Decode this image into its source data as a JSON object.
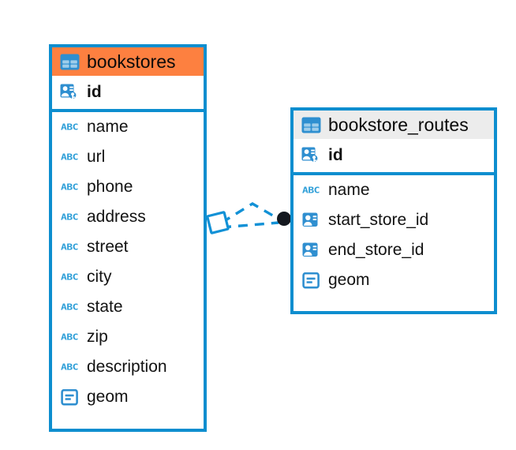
{
  "diagram": {
    "type": "entity-relationship-diagram",
    "background": "#ffffff",
    "accent_color": "#0d8ecf",
    "selected_header_color": "#fd8040",
    "unselected_header_color": "#ececec",
    "connector_endpoint_color": "#111827"
  },
  "entities": [
    {
      "name": "bookstores",
      "selected": true,
      "header_icon": "table-icon",
      "fields": [
        {
          "name": "id",
          "icon": "primary-key-icon",
          "type": "key",
          "primary": true
        },
        {
          "name": "name",
          "icon": "abc-text-icon",
          "type": "text",
          "primary": false
        },
        {
          "name": "url",
          "icon": "abc-text-icon",
          "type": "text",
          "primary": false
        },
        {
          "name": "phone",
          "icon": "abc-text-icon",
          "type": "text",
          "primary": false
        },
        {
          "name": "address",
          "icon": "abc-text-icon",
          "type": "text",
          "primary": false
        },
        {
          "name": "street",
          "icon": "abc-text-icon",
          "type": "text",
          "primary": false
        },
        {
          "name": "city",
          "icon": "abc-text-icon",
          "type": "text",
          "primary": false
        },
        {
          "name": "state",
          "icon": "abc-text-icon",
          "type": "text",
          "primary": false
        },
        {
          "name": "zip",
          "icon": "abc-text-icon",
          "type": "text",
          "primary": false
        },
        {
          "name": "description",
          "icon": "abc-text-icon",
          "type": "text",
          "primary": false
        },
        {
          "name": "geom",
          "icon": "geometry-icon",
          "type": "geometry",
          "primary": false
        }
      ]
    },
    {
      "name": "bookstore_routes",
      "selected": false,
      "header_icon": "table-icon",
      "fields": [
        {
          "name": "id",
          "icon": "primary-key-icon",
          "type": "key",
          "primary": true
        },
        {
          "name": "name",
          "icon": "abc-text-icon",
          "type": "text",
          "primary": false
        },
        {
          "name": "start_store_id",
          "icon": "foreign-key-icon",
          "type": "reference",
          "primary": false
        },
        {
          "name": "end_store_id",
          "icon": "foreign-key-icon",
          "type": "reference",
          "primary": false
        },
        {
          "name": "geom",
          "icon": "geometry-icon",
          "type": "geometry",
          "primary": false
        }
      ]
    }
  ],
  "relationship": {
    "style": "dashed",
    "color": "#0d8ecf",
    "source_marker": "diamond-outline",
    "target_marker": "filled-circle",
    "abc_icon_label": "ABC"
  }
}
